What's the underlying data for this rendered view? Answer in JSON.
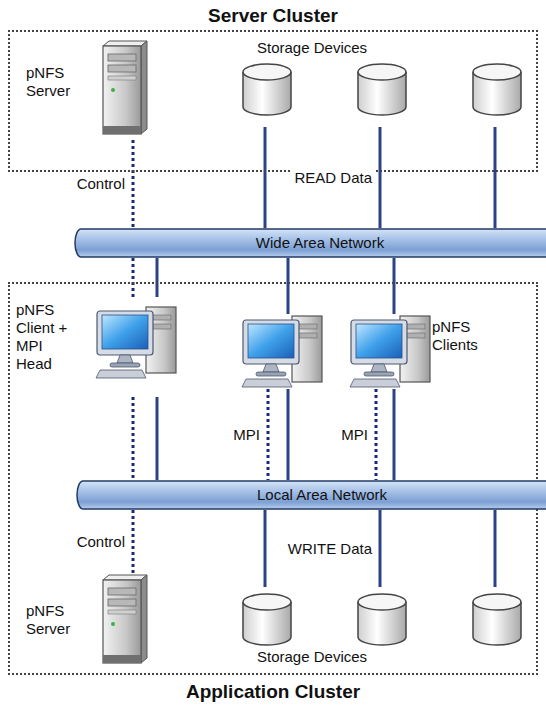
{
  "diagram": {
    "nodes": [
      {
        "text": [
          "Server Cluster"
        ]
      },
      {
        "text": [
          "pNFS Server"
        ],
        "in": 0
      },
      {
        "text": [
          "Storage Devices"
        ],
        "in": 0
      },
      {
        "text": [
          "Wide Area Network"
        ]
      },
      {
        "text": [
          "Application Cluster"
        ]
      },
      {
        "text": [
          "pNFS Client + MPI Head"
        ],
        "in": 4
      },
      {
        "text": [
          "pNFS Clients"
        ],
        "in": 4
      },
      {
        "text": [
          "Local Area Network"
        ],
        "in": 4
      },
      {
        "text": [
          "pNFS Server"
        ],
        "in": 4
      },
      {
        "text": [
          "Storage Devices"
        ],
        "in": 4
      }
    ],
    "edges": [
      {
        "from": 1,
        "to": 3,
        "label": "Control",
        "arrow": "none"
      },
      {
        "from": 2,
        "to": 3,
        "arrow": "none"
      },
      {
        "from": 2,
        "to": 3,
        "label": "READ Data",
        "arrow": "none"
      },
      {
        "from": 2,
        "to": 3,
        "arrow": "none"
      },
      {
        "from": 5,
        "to": 3,
        "arrow": "none"
      },
      {
        "from": 5,
        "to": 3,
        "arrow": "none"
      },
      {
        "from": 6,
        "to": 3,
        "arrow": "none"
      },
      {
        "from": 6,
        "to": 3,
        "arrow": "none"
      },
      {
        "from": 5,
        "to": 7,
        "arrow": "none"
      },
      {
        "from": 5,
        "to": 7,
        "arrow": "none"
      },
      {
        "from": 6,
        "to": 7,
        "label": "MPI",
        "arrow": "none"
      },
      {
        "from": 6,
        "to": 7,
        "arrow": "none"
      },
      {
        "from": 6,
        "to": 7,
        "label": "MPI",
        "arrow": "none"
      },
      {
        "from": 6,
        "to": 7,
        "arrow": "none"
      },
      {
        "from": 7,
        "to": 8,
        "label": "Control",
        "arrow": "none"
      },
      {
        "from": 9,
        "to": 7,
        "arrow": "none"
      },
      {
        "from": 9,
        "to": 7,
        "label": "WRITE Data",
        "arrow": "none"
      },
      {
        "from": 9,
        "to": 7,
        "arrow": "none"
      }
    ]
  }
}
